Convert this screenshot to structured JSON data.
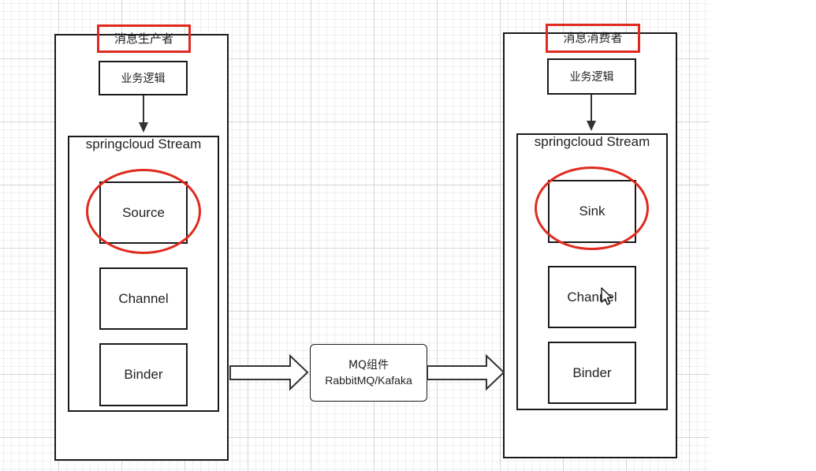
{
  "producer": {
    "title": "消息生产者",
    "business_logic": "业务逻辑",
    "stream_label": "springcloud Stream",
    "components": [
      "Source",
      "Channel",
      "Binder"
    ]
  },
  "consumer": {
    "title": "消息消费者",
    "business_logic": "业务逻辑",
    "stream_label": "springcloud Stream",
    "components": [
      "Sink",
      "Channel",
      "Binder"
    ]
  },
  "mq": {
    "line1": "MQ组件",
    "line2": "RabbitMQ/Kafaka"
  },
  "colors": {
    "highlight": "#e02a1f",
    "stroke": "#1a1a1a"
  },
  "icons": [
    "arrow-down-icon",
    "hollow-arrow-right-icon",
    "mouse-cursor-icon"
  ]
}
